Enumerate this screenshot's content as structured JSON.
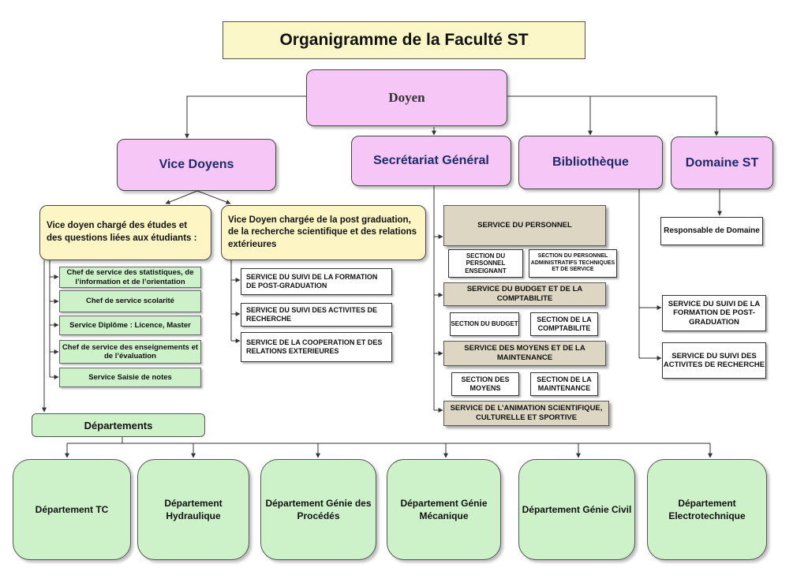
{
  "title": "Organigramme de la Faculté  ST",
  "doyen": "Doyen",
  "level2": {
    "vice_doyens": "Vice Doyens",
    "secretariat": "Secrétariat Général",
    "bibliotheque": "Bibliothèque",
    "domaine": "Domaine ST"
  },
  "vice1": {
    "label": "Vice doyen chargé des études et des questions liées aux étudiants :",
    "services": [
      "Chef de service des statistiques, de l’information et de l’orientation",
      "Chef de service scolarité",
      "Service Diplôme : Licence, Master",
      "Chef de service des enseignements et de l’évaluation",
      "Service Saisie de notes"
    ]
  },
  "vice2": {
    "label": "Vice Doyen chargée de la post graduation, de la recherche  scientifique et des relations extérieures",
    "services": [
      "SERVICE DU SUIVI DE LA FORMATION DE POST-GRADUATION",
      "SERVICE DU SUIVI DES ACTIVITES DE RECHERCHE",
      "SERVICE DE LA COOPERATION ET DES RELATIONS EXTERIEURES"
    ]
  },
  "secretariat": {
    "personnel": "SERVICE DU PERSONNEL",
    "sec_enseignant": "SECTION DU PERSONNEL ENSEIGNANT",
    "sec_admin": "SECTION DU PERSONNEL ADMINISTRATIFS TECHNIQUES ET DE SERVICE",
    "budget": "SERVICE DU BUDGET ET DE LA COMPTABILITE",
    "sec_budget": "SECTION DU BUDGET",
    "sec_compta": "SECTION DE LA COMPTABILITE",
    "moyens": "SERVICE DES MOYENS ET DE LA MAINTENANCE",
    "sec_moyens": "SECTION DES MOYENS",
    "sec_maint": "SECTION DE LA MAINTENANCE",
    "animation": "SERVICE DE L’ANIMATION SCIENTIFIQUE, CULTURELLE ET SPORTIVE"
  },
  "bibliotheque": {
    "formation": "SERVICE DU SUIVI DE LA FORMATION DE POST-GRADUATION",
    "recherche": "SERVICE DU SUIVI DES ACTIVITES DE RECHERCHE"
  },
  "domaine": {
    "responsable": "Responsable de Domaine"
  },
  "departements": {
    "label": "Départements",
    "items": [
      "Département TC",
      "Département Hydraulique",
      "Département Génie des Procédés",
      "Département Génie Mécanique",
      "Département Génie Civil",
      "Département Electrotechnique"
    ]
  }
}
